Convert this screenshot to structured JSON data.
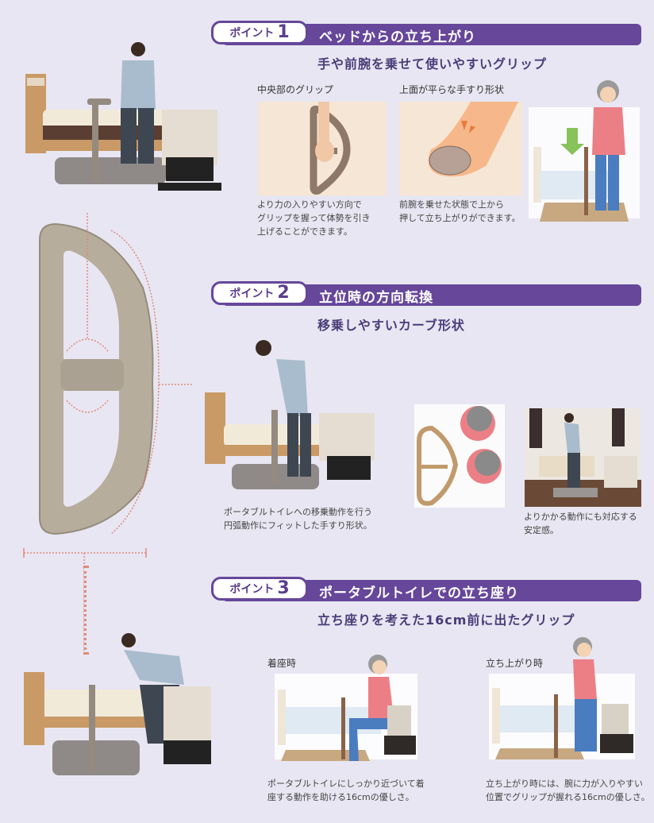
{
  "points": [
    {
      "badge_label": "ポイント",
      "number": "1",
      "title": "ベッドからの立ち上がり",
      "subtitle": "手や前腕を乗せて使いやすいグリップ",
      "items": [
        {
          "label": "中央部のグリップ",
          "caption_lines": [
            "より力の入りやすい方向で",
            "グリップを握って体勢を引き",
            "上げることができます。"
          ]
        },
        {
          "label": "上面が平らな手すり形状",
          "caption_lines": [
            "前腕を乗せた状態で上から",
            "押して立ち上がりができます。"
          ]
        }
      ]
    },
    {
      "badge_label": "ポイント",
      "number": "2",
      "title": "立位時の方向転換",
      "subtitle": "移乗しやすいカーブ形状",
      "items": [
        {
          "caption_lines": [
            "ポータブルトイレへの移乗動作を行う",
            "円弧動作にフィットした手すり形状。"
          ]
        },
        {
          "caption_lines": [
            "よりかかる動作にも対応する",
            "安定感。"
          ]
        }
      ]
    },
    {
      "badge_label": "ポイント",
      "number": "3",
      "title": "ポータブルトイレでの立ち座り",
      "subtitle": "立ち座りを考えた16cm前に出たグリップ",
      "items": [
        {
          "label": "着座時",
          "caption_lines": [
            "ポータブルトイレにしっかり近づいて着",
            "座する動作を助ける16cmの優しさ。"
          ]
        },
        {
          "label": "立ち上がり時",
          "caption_lines": [
            "立ち上がり時には、腕に力が入りやすい",
            "位置でグリップが握れる16cmの優しさ。"
          ]
        }
      ]
    }
  ],
  "colors": {
    "background": "#e8e6f2",
    "accent_purple": "#66479a",
    "grip_beige": "#a89f8f",
    "dotted_guide": "#e08a7a",
    "panel_peach": "#f6e6d6"
  }
}
